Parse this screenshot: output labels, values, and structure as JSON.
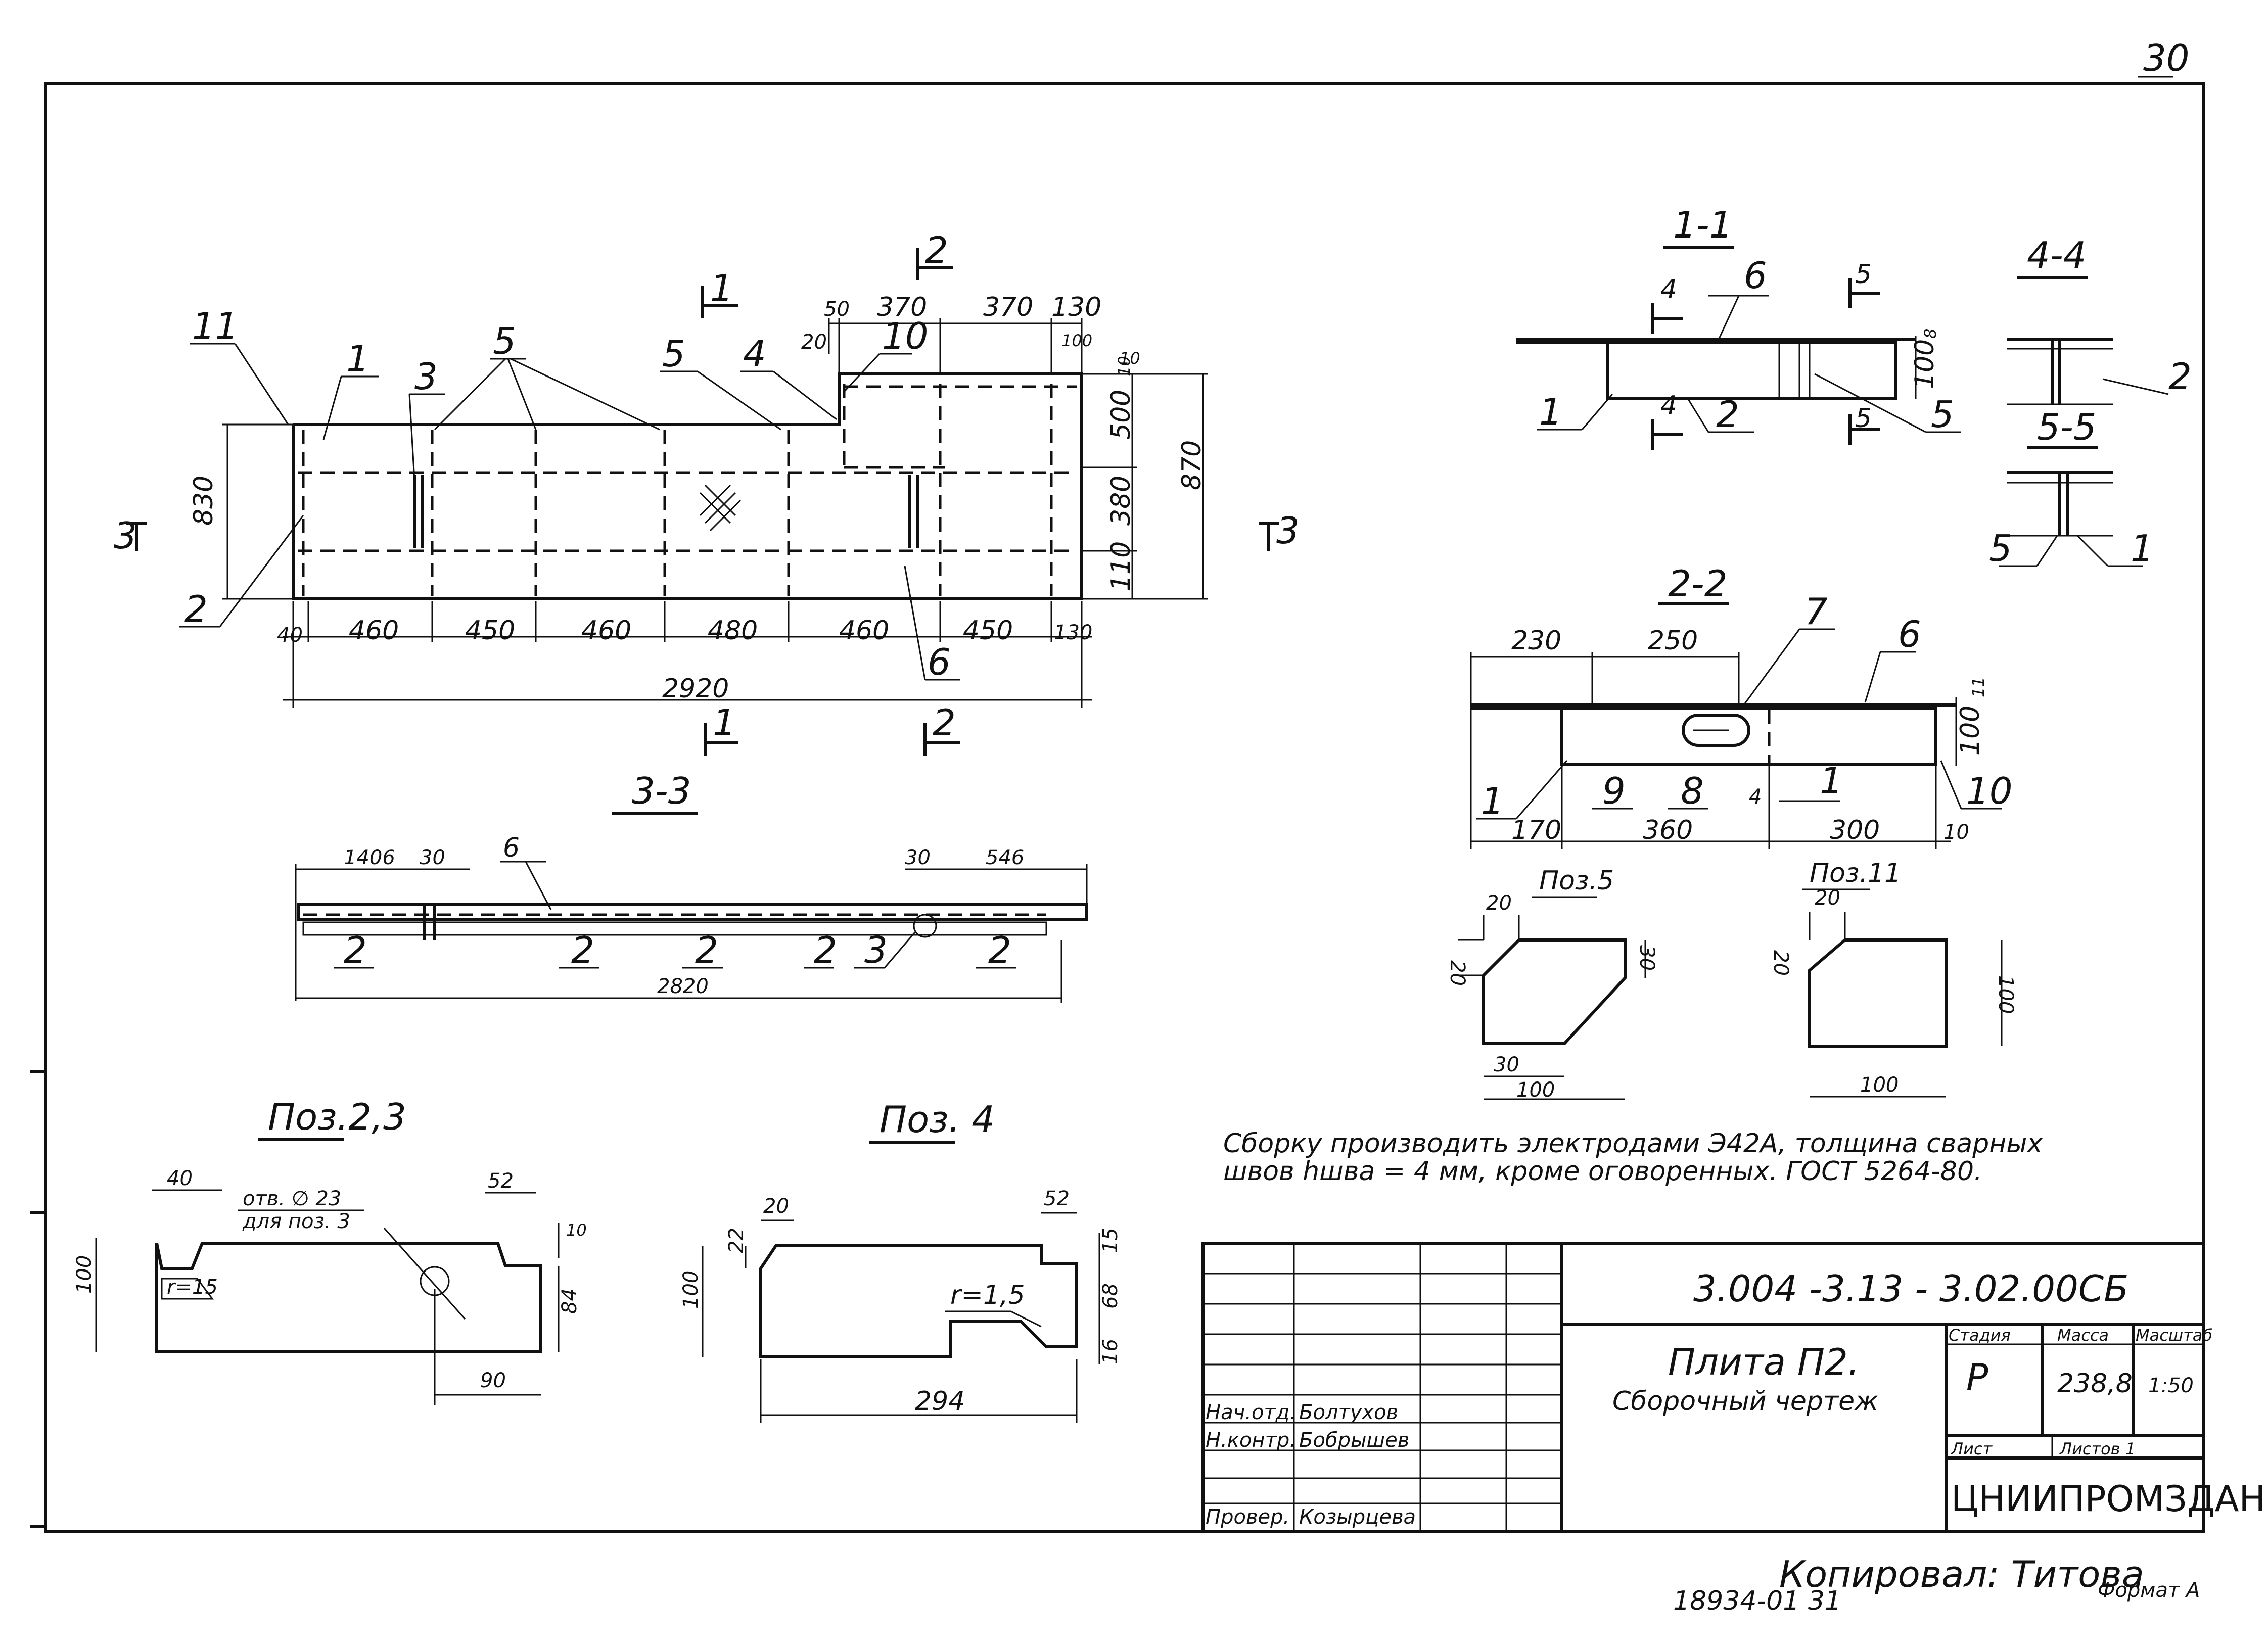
{
  "page_number": "30",
  "main_view": {
    "top_dims": [
      "50",
      "370",
      "370",
      "130",
      "20",
      "100",
      "10"
    ],
    "right_dims": [
      "10",
      "500",
      "380",
      "110",
      "870"
    ],
    "left_dims": [
      "830"
    ],
    "bottom_dims": [
      "40",
      "460",
      "450",
      "460",
      "480",
      "460",
      "450",
      "130"
    ],
    "total_dim": "2920",
    "callouts": [
      "11",
      "1",
      "3",
      "5",
      "5",
      "4",
      "10",
      "2",
      "6"
    ],
    "section_marks": {
      "s1": "1",
      "s2": "2",
      "s3": "3"
    }
  },
  "section_3_3": {
    "title": "3-3",
    "dims": [
      "1406",
      "30",
      "30",
      "546"
    ],
    "total": "2820",
    "callouts": [
      "6",
      "2",
      "2",
      "2",
      "2",
      "3",
      "2"
    ]
  },
  "section_1_1": {
    "title": "1-1",
    "callouts": [
      "4",
      "6",
      "5",
      "1",
      "4",
      "2",
      "5",
      "5"
    ],
    "dims": [
      "8",
      "100"
    ]
  },
  "section_4_4": {
    "title": "4-4",
    "callouts": [
      "2"
    ]
  },
  "section_5_5": {
    "title": "5-5",
    "callouts": [
      "5",
      "1"
    ]
  },
  "section_2_2": {
    "title": "2-2",
    "dims_top": [
      "230",
      "250"
    ],
    "dims_bottom": [
      "170",
      "360",
      "300",
      "10"
    ],
    "right_dims": [
      "11",
      "100"
    ],
    "callouts": [
      "7",
      "6",
      "1",
      "9",
      "8",
      "1",
      "10"
    ],
    "weld_mark": "4"
  },
  "poz5": {
    "title": "Поз.5",
    "dims": [
      "20",
      "20",
      "30",
      "30",
      "100"
    ]
  },
  "poz11": {
    "title": "Поз.11",
    "dims": [
      "20",
      "20",
      "100",
      "100"
    ]
  },
  "poz23": {
    "title": "Поз.2,3",
    "dims": [
      "40",
      "52",
      "10",
      "100",
      "84",
      "90"
    ],
    "note_line1": "отв. ∅ 23",
    "note_line2": "для поз. 3",
    "radius": "r=15"
  },
  "poz4": {
    "title": "Поз. 4",
    "dims": [
      "20",
      "52",
      "22",
      "100",
      "15",
      "68",
      "16",
      "294"
    ],
    "radius": "r=1,5"
  },
  "welding_note": {
    "line1": "Сборку производить электродами Э42А, толщина сварных",
    "line2": "швов hшва = 4 мм, кроме оговоренных. ГОСТ 5264-80."
  },
  "title_block": {
    "code": "3.004 -3.13 -   3.02.00СБ",
    "name_line1": "Плита П2.",
    "name_line2": "Сборочный чертеж",
    "col_stage": "Стадия",
    "col_mass": "Масса",
    "col_scale": "Масштаб",
    "stage": "Р",
    "mass": "238,8",
    "scale": "1:50",
    "sheet": "Лист",
    "sheets": "Листов 1",
    "org": "ЦНИИПРОМЗДАНИЙ",
    "rows": [
      {
        "role": "Нач.отд.",
        "name": "Болтухов"
      },
      {
        "role": "Н.контр.",
        "name": "Бобрышев"
      },
      {
        "role": "",
        "name": ""
      },
      {
        "role": "",
        "name": ""
      },
      {
        "role": "Провер.",
        "name": "Козырцева"
      }
    ]
  },
  "footer": {
    "copied": "Копировал: Титова",
    "number": "18934-01   31",
    "format": "Формат А"
  }
}
